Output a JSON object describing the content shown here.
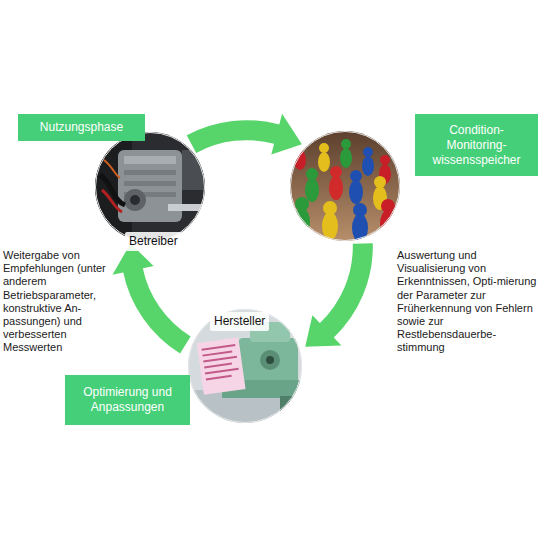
{
  "diagram": {
    "nodes": [
      {
        "text": [
          "Nutzungsphase",
          "Betreiber"
        ]
      },
      {
        "text": [
          "Condition-Monitoring-wissensspeicher"
        ]
      },
      {
        "text": [
          "Hersteller",
          "Optimierung und Anpassungen"
        ]
      }
    ],
    "edges": [
      {
        "from": 0,
        "to": 1,
        "arrow": "to"
      },
      {
        "from": 1,
        "to": 2,
        "arrow": "to",
        "label": "Auswertung und Visualisierung von Erkenntnissen, Opti-mierung der Parameter zur Früherkennung von Fehlern sowie zur Restlebensdauerbe-stimmung"
      },
      {
        "from": 2,
        "to": 0,
        "arrow": "to",
        "label": "Weitergabe von Empfehlungen (unter anderem Betriebsparameter, konstruktive An-passungen) und verbesserten Messwerten"
      }
    ]
  }
}
